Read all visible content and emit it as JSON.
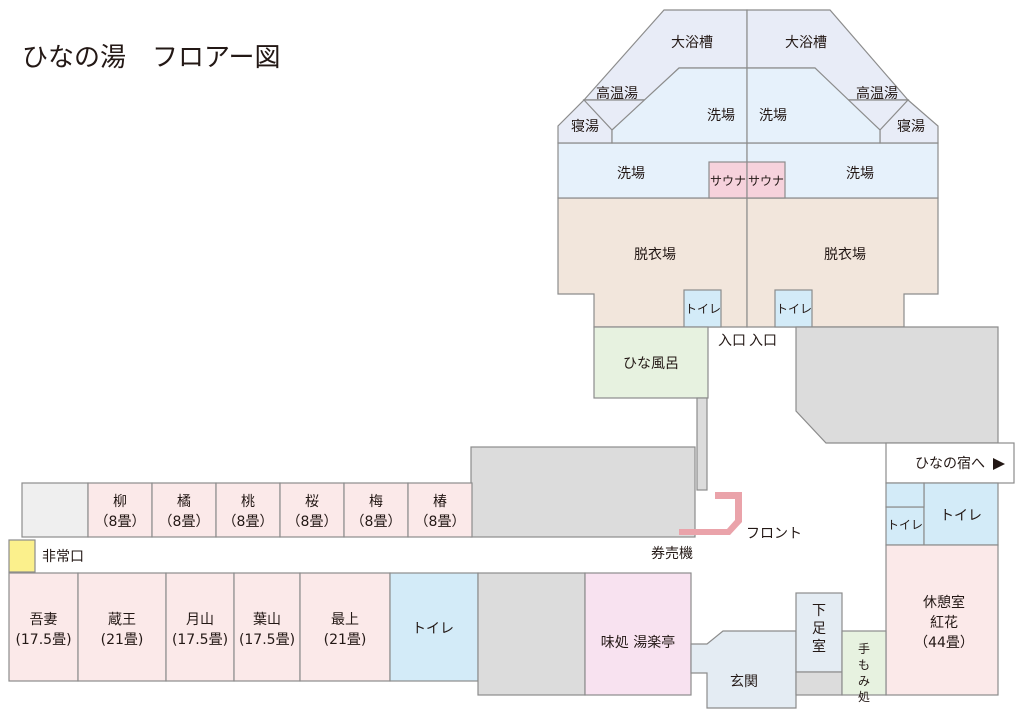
{
  "title": "ひなの湯　フロアー図",
  "colors": {
    "bath": "#e8ecf7",
    "wash": "#e6f1fb",
    "sauna": "#f6d2dc",
    "dressing": "#f2e6dc",
    "toilet": "#d3ebf8",
    "green": "#e7f2e0",
    "room": "#fbe9e9",
    "gray": "#dcdcdc",
    "lightgray": "#efefef",
    "restaurant": "#f8e2f0",
    "entrance": "#e4ecf3",
    "yellow": "#fbf08c",
    "front": "#eaa3aa",
    "wall": "#8c8c8c",
    "arrow": "#231815"
  },
  "bath": {
    "big_tub_left": "大浴槽",
    "big_tub_right": "大浴槽",
    "hot_left": "高温湯",
    "hot_right": "高温湯",
    "sleep_left": "寝湯",
    "sleep_right": "寝湯",
    "wash_upper_left": "洗場",
    "wash_upper_right": "洗場",
    "wash_lower_left": "洗場",
    "wash_lower_right": "洗場",
    "sauna_left": "サウナ",
    "sauna_right": "サウナ",
    "dressing_left": "脱衣場",
    "dressing_right": "脱衣場",
    "toilet_left": "トイレ",
    "toilet_right": "トイレ",
    "entrance_left": "入口",
    "entrance_right": "入口"
  },
  "hina_furo": "ひな風呂",
  "hina_yado": "ひなの宿へ",
  "small_rooms": [
    {
      "name": "柳",
      "size": "（8畳）"
    },
    {
      "name": "橘",
      "size": "（8畳）"
    },
    {
      "name": "桃",
      "size": "（8畳）"
    },
    {
      "name": "桜",
      "size": "（8畳）"
    },
    {
      "name": "梅",
      "size": "（8畳）"
    },
    {
      "name": "椿",
      "size": "（8畳）"
    }
  ],
  "emergency_exit": "非常口",
  "large_rooms": [
    {
      "name": "吾妻",
      "size": "(17.5畳)"
    },
    {
      "name": "蔵王",
      "size": "(21畳)"
    },
    {
      "name": "月山",
      "size": "(17.5畳)"
    },
    {
      "name": "葉山",
      "size": "(17.5畳)"
    },
    {
      "name": "最上",
      "size": "(21畳)"
    }
  ],
  "toilet_bottom": "トイレ",
  "restaurant": "味処 湯楽亭",
  "ticket_machine": "券売機",
  "front_desk": "フロント",
  "genkan": "玄関",
  "shoe_room": "下足室",
  "massage": "手もみ処",
  "toilet_right_small": "トイレ",
  "toilet_right_big": "トイレ",
  "rest_room": {
    "line1": "休憩室",
    "line2": "紅花",
    "size": "（44畳）"
  }
}
